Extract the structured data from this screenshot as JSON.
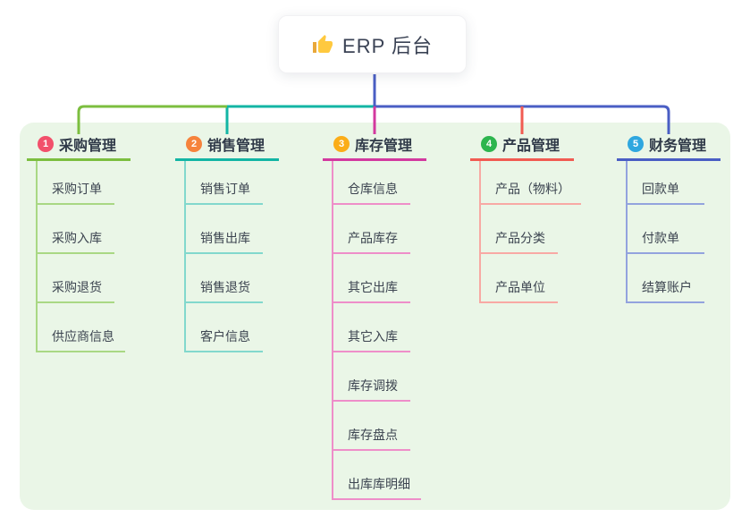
{
  "root": {
    "label": "ERP 后台",
    "icon": "thumbs-up-icon",
    "icon_colors": {
      "hand": "#FFC93F",
      "cuff": "#E9A83A"
    },
    "line_color": "#4A5EC4"
  },
  "canvas": {
    "background": "#EAF6E7"
  },
  "branches": [
    {
      "index": "1",
      "label": "采购管理",
      "badge_color": "#F2506B",
      "line_color": "#7CBE3F",
      "child_line_color": "#A9D884",
      "children": [
        "采购订单",
        "采购入库",
        "采购退货",
        "供应商信息"
      ]
    },
    {
      "index": "2",
      "label": "销售管理",
      "badge_color": "#F6833C",
      "line_color": "#13B5A4",
      "child_line_color": "#82D8CD",
      "children": [
        "销售订单",
        "销售出库",
        "销售退货",
        "客户信息"
      ]
    },
    {
      "index": "3",
      "label": "库存管理",
      "badge_color": "#FBAD18",
      "line_color": "#D3399F",
      "child_line_color": "#EE8EC9",
      "children": [
        "仓库信息",
        "产品库存",
        "其它出库",
        "其它入库",
        "库存调拨",
        "库存盘点",
        "出库库明细"
      ]
    },
    {
      "index": "4",
      "label": "产品管理",
      "badge_color": "#2DB54E",
      "line_color": "#F15B52",
      "child_line_color": "#F8A9A4",
      "children": [
        "产品（物料）",
        "产品分类",
        "产品单位"
      ]
    },
    {
      "index": "5",
      "label": "财务管理",
      "badge_color": "#2FA7DF",
      "line_color": "#4A5EC4",
      "child_line_color": "#93A3DE",
      "children": [
        "回款单",
        "付款单",
        "结算账户"
      ]
    }
  ]
}
